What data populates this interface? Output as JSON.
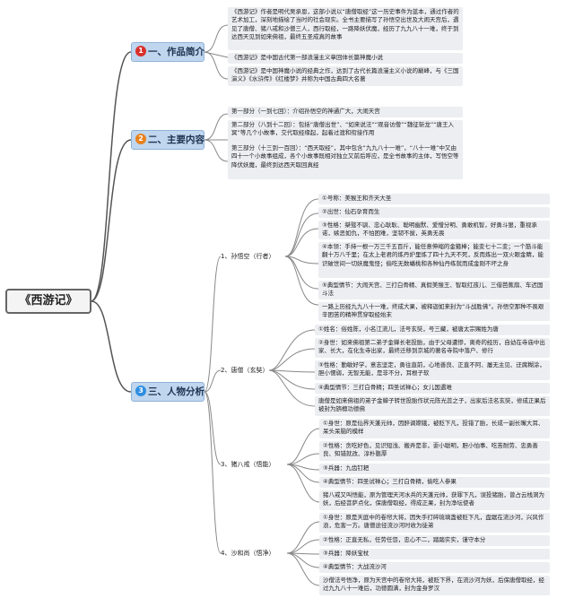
{
  "root": "《西游记》",
  "sections": {
    "s1": {
      "num": "1",
      "label": "一、作品简介",
      "color": "#d9302a"
    },
    "s2": {
      "num": "2",
      "label": "二、主要内容",
      "color": "#e8811e"
    },
    "s3": {
      "num": "3",
      "label": "三、人物分析",
      "color": "#2f8ee0"
    }
  },
  "intro": [
    "《西游记》作者是明代吴承恩，这部小说以“唐僧取经”这一历史事件为蓝本，通过作者的艺术加工，深刻地描绘了当时的社会现实。全书主要描写了孙悟空出世及大闹天宫后，遇见了唐僧、猪八戒和沙僧三人，西行取经，一路降妖伏魔，经历了九九八十一难，终于到达西天见到如来佛祖，最终五圣成真的故事",
    "《西游记》是中国古代第一部浪漫主义章回体长篇神魔小说",
    "《西游记》是中国神魔小说的经典之作，达到了古代长篇浪漫主义小说的巅峰，与《三国演义》《水浒传》《红楼梦》并称为中国古典四大名著"
  ],
  "content": [
    "第一部分（一到七回）：介绍孙悟空的神通广大，大闹天宫",
    "第二部分（八到十二回）：包括“唐僧出世”、“如来说法”“观音访僧”“魏征斩龙”“唐王入冥”等几个小故事，交代取经缘起，起着过渡和衔接作用",
    "第三部分（十三到一百回）：“西天取经”，其中包含“九九八十一难”，“八十一难”中又由四十一个小故事组成，各个小故事既相对独立又前后呼应，是全书故事的主体，写悟空等降伏妖魔，最终到达西天取回真经"
  ],
  "characters": [
    {
      "name": "1、孙悟空（行者）",
      "items": [
        "①号称：美猴王和齐天大圣",
        "②出世：仙石孕育而生",
        "③性格：桀骜不驯、忠心耿耿、聪明幽默、爱憎分明、勇敢机智，好勇斗狠，重视承诺，嫉恶如仇，不怕困难，坚韧不拔，英勇无畏",
        "④本领：手持一根一万三千五百斤，能任意伸缩的金箍棒；能变七十二变；一个筋斗能翻十万八千里；在太上老君的炼丹炉里炼了四十九天不死，反而炼出一双火眼金睛，能识破世间一切妖魔鬼怪；偷吃无数蟠桃和各种仙丹练就而成金刚不坏之身",
        "⑤典型情节：大闹天宫、三打白骨精、真假美猴王、智取红孩儿、三借芭蕉扇、车迟国斗法",
        "一路上历经九九八十一难，终成大果，被释迦如来封为“斗战胜佛”。孙悟空那种不畏艰辛困苦的精神贯穿取经始末"
      ]
    },
    {
      "name": "2、唐僧（玄奘）",
      "items": [
        "①姓名：俗姓陈，小名江流儿，法号玄奘，号三藏，被唐太宗赐姓为唐",
        "②身世：如来佛祖第二弟子金蝉长老投胎，由于父母遭惨，离奇的经历，自幼在寺庙中出家、长大，在化生寺出家，最终迁移到京城的著名寺院中落户、修行",
        "③性格：勤敏好学，意志坚定，勇往直前，心地善良、正直不阿、屡无主见、迂腐糊涂，胆小懦弱，无智无能，是非不分，耳根子软",
        "④典型情节：三打白骨精；四圣试禅心；女儿国遇难",
        "唐僧是如来佛祖的弟子金蝉子转世投胎作状元陈光蕊之子，出家后法名玄奘，修成正果后被封为旃檀功德佛"
      ]
    },
    {
      "name": "3、猪八戒（悟能）",
      "items": [
        "①身世：原是仙界天蓬元帅，因醉调嫦娥，被贬下凡，投错了胎，长成一副长嘴大耳、呆头呆脑的模样",
        "②性格：贪吃好色，见识短浅、搬弄是非，耍小聪明，胆小怕事、吃苦耐劳、忠勇善良、知错就改、淳朴憨厚",
        "③兵器：九齿钉耙",
        "④典型情节：四圣试禅心；三打白骨精，偷吃人参果",
        "猪八戒又叫悟能，原为管理天河水兵的天蓬元帅，获罪下凡，误投猪胎，曾占云栈洞为妖，后经菩萨点化，保唐僧取经，得成正果，封为净坛使者"
      ]
    },
    {
      "name": "4、沙和尚（悟净）",
      "items": [
        "①身世：原是天庭中的卷帘大将，因失手打碎琉璃盏被贬下凡，盘踞在流沙河，兴风作浪，危害一方。唐僧途径流沙河时收为徒弟",
        "②性格：正直无私，任劳任怨，忠心不二，踏踏实实，谨守本分",
        "③兵器：降妖宝杖",
        "④典型情节：大战流沙河",
        "沙僧法号悟净，原为天宫中的卷帘大将，被贬下界，在流沙河为妖，后保唐僧取经，经过九九八十一难后，功德圆满，封为金身罗汉"
      ]
    }
  ]
}
